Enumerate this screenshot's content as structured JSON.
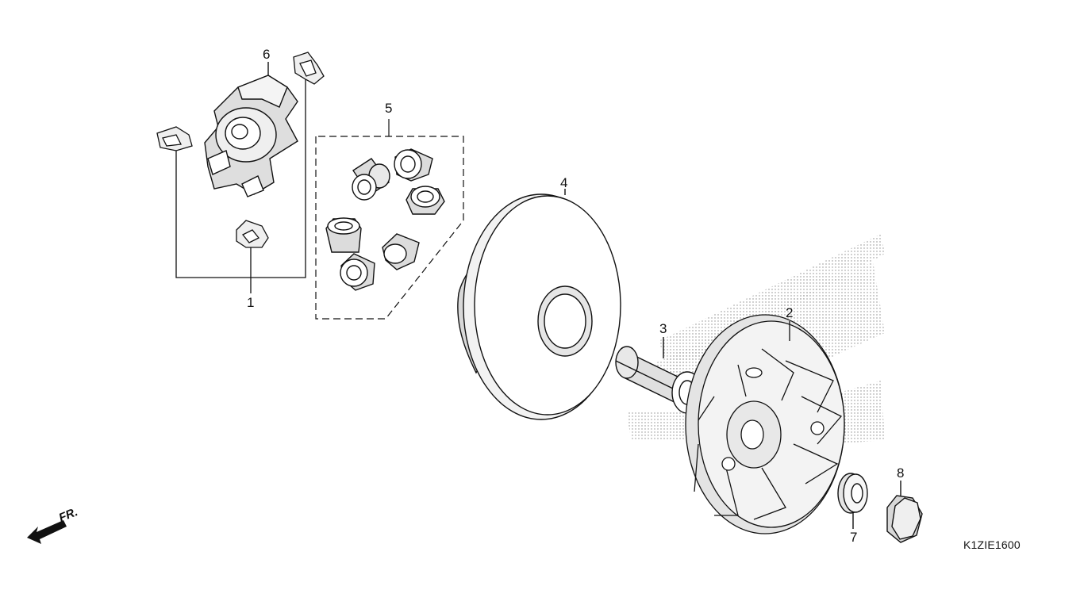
{
  "callouts": {
    "c1": "1",
    "c2": "2",
    "c3": "3",
    "c4": "4",
    "c5": "5",
    "c6": "6",
    "c7": "7",
    "c8": "8"
  },
  "direction_marker": "FR.",
  "diagram_code": "K1ZIE1600",
  "colors": {
    "line": "#111111",
    "shade": "#9a9a9a",
    "part_fill": "#ffffff"
  }
}
